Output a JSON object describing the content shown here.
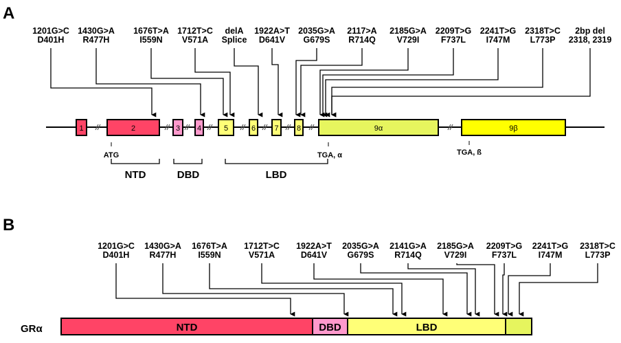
{
  "panel_a": {
    "label": "A",
    "mutations": [
      {
        "line1": "1201G>C",
        "line2": "D401H"
      },
      {
        "line1": "1430G>A",
        "line2": "R477H"
      },
      {
        "line1": "1676T>A",
        "line2": "I559N"
      },
      {
        "line1": "1712T>C",
        "line2": "V571A"
      },
      {
        "line1": "delA",
        "line2": "Splice"
      },
      {
        "line1": "1922A>T",
        "line2": "D641V"
      },
      {
        "line1": "2035G>A",
        "line2": "G679S"
      },
      {
        "line1": "2117>A",
        "line2": "R714Q"
      },
      {
        "line1": "2185G>A",
        "line2": "V729I"
      },
      {
        "line1": "2209T>G",
        "line2": "F737L"
      },
      {
        "line1": "2241T>G",
        "line2": "I747M"
      },
      {
        "line1": "2318T>C",
        "line2": "L773P"
      },
      {
        "line1": "2bp del",
        "line2": "2318, 2319"
      }
    ],
    "exons": [
      {
        "label": "1",
        "color": "#ff4466"
      },
      {
        "label": "2",
        "color": "#ff4466"
      },
      {
        "label": "3",
        "color": "#ff99cc"
      },
      {
        "label": "4",
        "color": "#ff99cc"
      },
      {
        "label": "5",
        "color": "#ffff77"
      },
      {
        "label": "6",
        "color": "#ffff77"
      },
      {
        "label": "7",
        "color": "#ffff77"
      },
      {
        "label": "8",
        "color": "#ffff77"
      },
      {
        "label": "9α",
        "color": "#e6f55e"
      },
      {
        "label": "9β",
        "color": "#ffff00"
      }
    ],
    "markers": {
      "atg": "ATG",
      "tga_alpha": "TGA, α",
      "tga_beta": "TGA, ß"
    },
    "domains": {
      "ntd": "NTD",
      "dbd": "DBD",
      "lbd": "LBD"
    }
  },
  "panel_b": {
    "label": "B",
    "protein_label": "GRα",
    "mutations": [
      {
        "line1": "1201G>C",
        "line2": "D401H"
      },
      {
        "line1": "1430G>A",
        "line2": "R477H"
      },
      {
        "line1": "1676T>A",
        "line2": "I559N"
      },
      {
        "line1": "1712T>C",
        "line2": "V571A"
      },
      {
        "line1": "1922A>T",
        "line2": "D641V"
      },
      {
        "line1": "2035G>A",
        "line2": "G679S"
      },
      {
        "line1": "2141G>A",
        "line2": "R714Q"
      },
      {
        "line1": "2185G>A",
        "line2": "V729I"
      },
      {
        "line1": "2209T>G",
        "line2": "F737L"
      },
      {
        "line1": "2241T>G",
        "line2": "I747M"
      },
      {
        "line1": "2318T>C",
        "line2": "L773P"
      }
    ],
    "domains": [
      {
        "label": "NTD",
        "color": "#ff4466"
      },
      {
        "label": "DBD",
        "color": "#ff99cc"
      },
      {
        "label": "LBD",
        "color": "#ffff77"
      },
      {
        "label": "",
        "color": "#e6f55e"
      }
    ]
  }
}
